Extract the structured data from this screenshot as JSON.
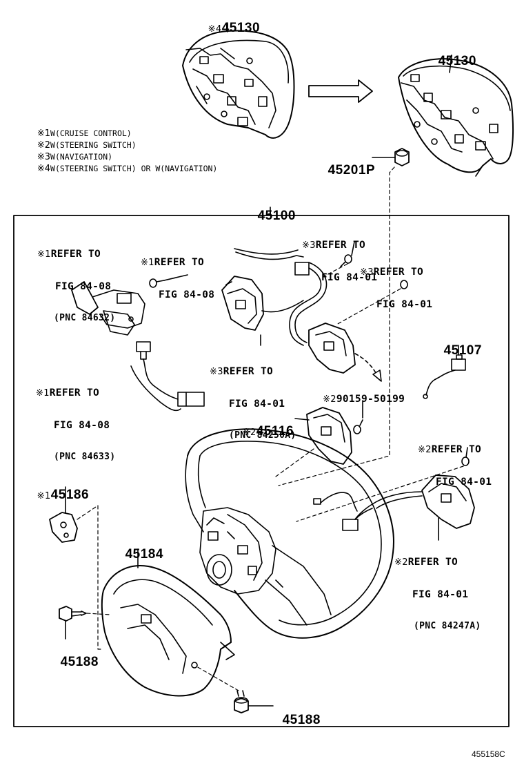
{
  "diagram_id": "455158C",
  "notes": [
    {
      "mark": "※1",
      "text": "W(CRUISE CONTROL)"
    },
    {
      "mark": "※2",
      "text": "W(STEERING SWITCH)"
    },
    {
      "mark": "※3",
      "text": "W(NAVIGATION)"
    },
    {
      "mark": "※4",
      "text": "W(STEERING SWITCH) OR W(NAVIGATION)"
    }
  ],
  "parts": {
    "airbag_top": {
      "mark": "※4",
      "number": "45130"
    },
    "airbag_right": {
      "number": "45130"
    },
    "nut": {
      "number": "45201P"
    },
    "steering_wheel_assy": {
      "number": "45100"
    },
    "cover_45107": {
      "number": "45107"
    },
    "switch_45116": {
      "mark": "※2",
      "number": "45116"
    },
    "cover_45186": {
      "mark": "※1",
      "number": "45186"
    },
    "cover_45184": {
      "number": "45184"
    },
    "screw_left": {
      "number": "45188"
    },
    "screw_bottom": {
      "number": "45188"
    },
    "screw_90159": {
      "mark": "※2",
      "number": "90159-50199"
    }
  },
  "refs": {
    "r1": {
      "mark": "※1",
      "line1": "REFER TO",
      "line2": "FIG 84-08",
      "pnc": "(PNC 84632)"
    },
    "r2": {
      "mark": "※1",
      "line1": "REFER TO",
      "line2": "FIG 84-08"
    },
    "r3": {
      "mark": "※3",
      "line1": "REFER TO",
      "line2": "FIG 84-01"
    },
    "r4": {
      "mark": "※3",
      "line1": "REFER TO",
      "line2": "FIG 84-01"
    },
    "r5": {
      "mark": "※3",
      "line1": "REFER TO",
      "line2": "FIG 84-01",
      "pnc": "(PNC 84250A)"
    },
    "r6": {
      "mark": "※1",
      "line1": "REFER TO",
      "line2": "FIG 84-08",
      "pnc": "(PNC 84633)"
    },
    "r7": {
      "mark": "※2",
      "line1": "REFER TO",
      "line2": "FIG 84-01"
    },
    "r8": {
      "mark": "※2",
      "line1": "REFER TO",
      "line2": "FIG 84-01",
      "pnc": "(PNC 84247A)"
    }
  }
}
